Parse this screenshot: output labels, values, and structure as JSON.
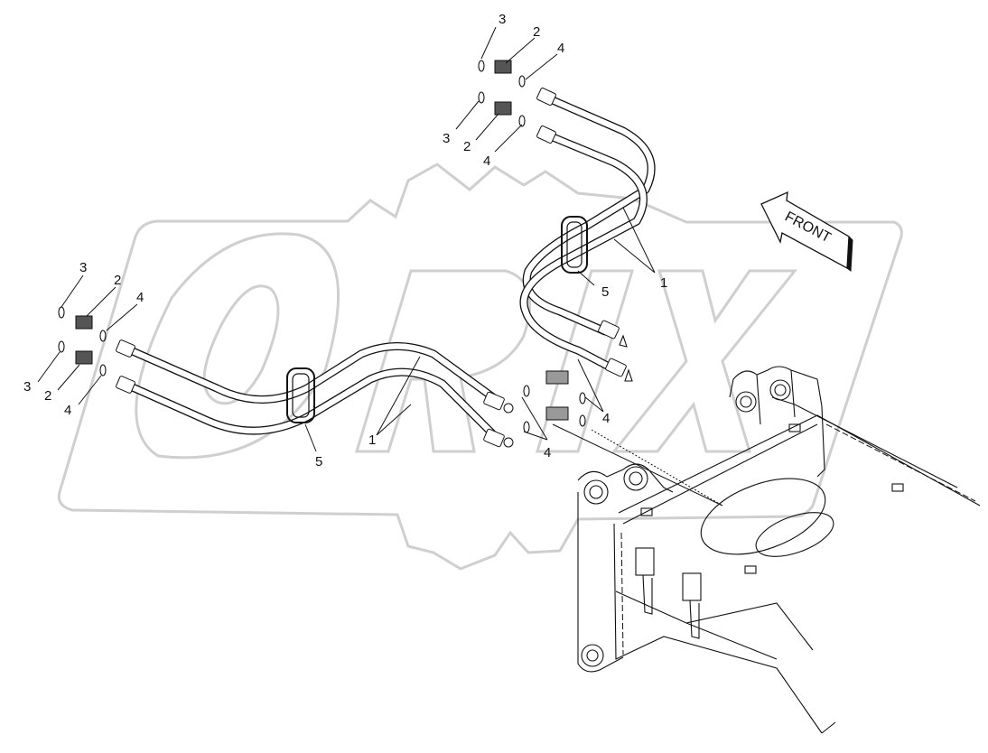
{
  "watermark": {
    "text": "ORIX",
    "color": "#c8c8c8"
  },
  "front_label": "FRONT",
  "callouts": {
    "hose": "1",
    "fitting": "2",
    "oring": "3",
    "seal": "4",
    "clamp": "5"
  },
  "colors": {
    "line": "#111111",
    "background": "#ffffff"
  }
}
